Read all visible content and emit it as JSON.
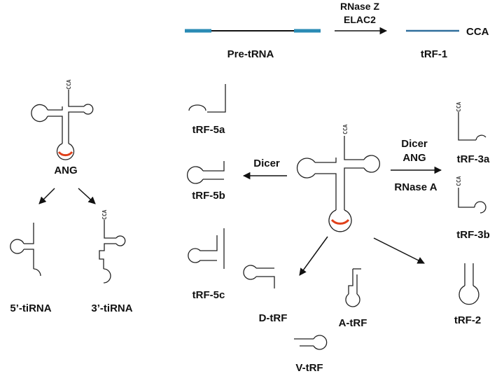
{
  "colors": {
    "stroke": "#222222",
    "pre_trna_ends": "#2a8bb5",
    "trf1_line": "#2f6f9c",
    "cleavage": "#e0401a",
    "text": "#111111"
  },
  "labels": {
    "pre_trna": "Pre-tRNA",
    "enzyme_top_1": "RNase Z",
    "enzyme_top_2": "ELAC2",
    "trf1": "tRF-1",
    "cca_right": "CCA",
    "ang_left": "ANG",
    "tirna_5": "5’-tiRNA",
    "tirna_3": "3’-tiRNA",
    "trf5a": "tRF-5a",
    "trf5b": "tRF-5b",
    "trf5c": "tRF-5c",
    "dicer_left": "Dicer",
    "dicer_right": "Dicer",
    "ang_right": "ANG",
    "rnase_a": "RNase A",
    "trf3a": "tRF-3a",
    "trf3b": "tRF-3b",
    "trf2": "tRF-2",
    "d_trf": "D-tRF",
    "a_trf": "A-tRF",
    "v_trf": "V-tRF",
    "cca_stem": "CCA"
  }
}
